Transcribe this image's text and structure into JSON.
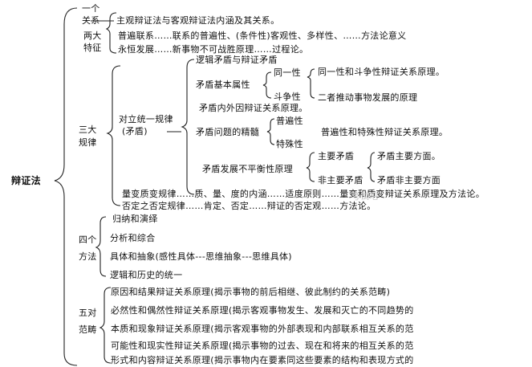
{
  "root": "辩证法",
  "watermark": "考试吧",
  "sec1": {
    "label_top": "一个",
    "label_bottom": "关系",
    "text": "主观辩证法与客观辩证法内涵及其关系。"
  },
  "sec2": {
    "label_top": "两大",
    "label_bottom": "特征",
    "line1": "普遍联系……联系的普遍性、(条件性)客观性、多样性、……方法论意义",
    "line2": "永恒发展……新事物不可战胜原理……过程论。"
  },
  "sec3": {
    "label_top": "三大",
    "label_bottom": "规律",
    "law1_top": "对立统一规律",
    "law1_bottom": "(矛盾)",
    "logic": "逻辑矛盾与辩证矛盾",
    "basic": "矛盾基本属性",
    "identity": "同一性",
    "identity_desc": "同一性和斗争性辩证关系原理。",
    "struggle": "斗争性",
    "struggle_desc": "二者推动事物发展的原理",
    "inner": "矛盾内外因辩证关系原理。",
    "spec": "矛盾问题的精髓",
    "universal": "普遍性",
    "special": "特殊性",
    "spec_desc": "普遍性和特殊性辩证关系原理。",
    "uneven": "矛盾发展不平衡性原理",
    "main_c": "主要矛盾",
    "minor_c": "非主要矛盾",
    "main_a": "矛盾主要方面。",
    "minor_a": "矛盾非主要方面",
    "law2": "量变质变规律……质、量、度的内涵……适度原则……量变和质变辩证关系原理及方法论。",
    "law3": "否定之否定规律……肯定、否定……辩证的否定观……方法论。"
  },
  "sec4": {
    "label_top": "四个",
    "label_bottom": "方法",
    "items": [
      "归纳和演绎",
      "分析和综合",
      "具体和抽象(感性具体---思维抽象---思维具体)",
      "逻辑和历史的统一"
    ]
  },
  "sec5": {
    "label_top": "五对",
    "label_bottom": "范畴",
    "items": [
      "原因和结果辩证关系原理(揭示事物的前后相继、彼此制约的关系范畴)",
      "必然性和偶然性辩证关系原理(揭示客观事物发生、发展和灭亡的不同趋势的",
      "本质和现象辩证关系原理(揭示客观事物的外部表现和内部联系相互关系的范",
      "可能性和现实性辩证关系原理(揭示事物的过去、现在和将来的相互关系的范",
      "形式和内容辩证关系原理(揭示事物内在要素同这些要素的结构和表现方式的"
    ]
  }
}
